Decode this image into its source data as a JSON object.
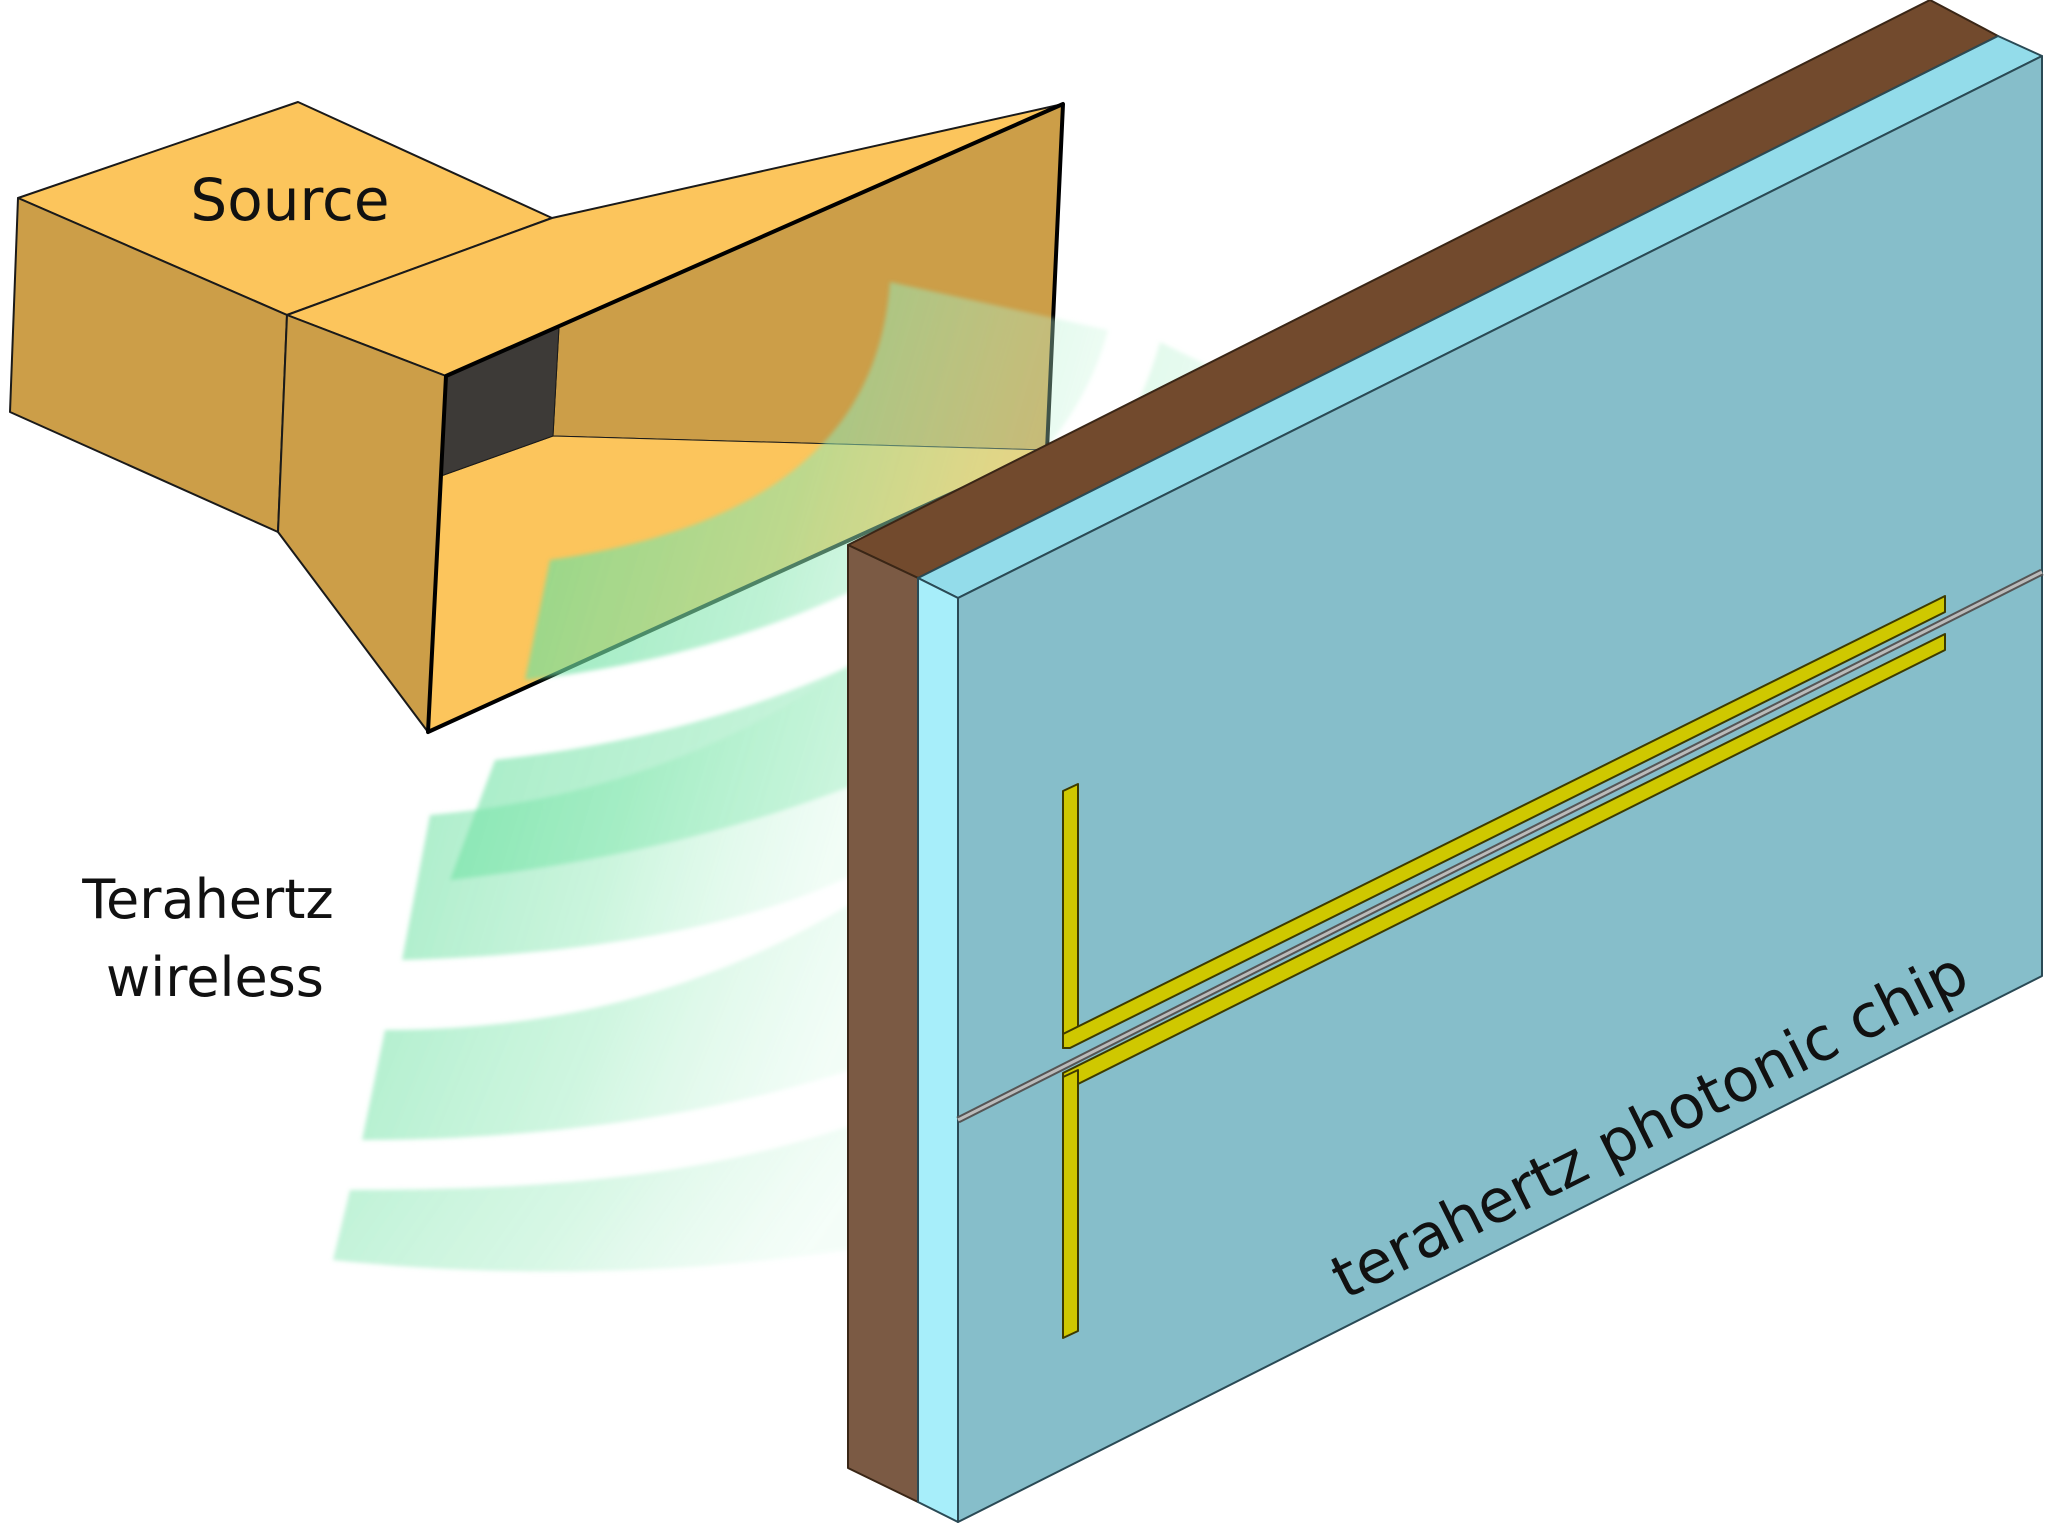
{
  "labels": {
    "source": "Source",
    "wireless_line1": "Terahertz",
    "wireless_line2": "wireless",
    "chip": "terahertz photonic chip"
  },
  "colors": {
    "horn_top": "#FCC55C",
    "horn_side": "#CC9E48",
    "horn_inner_light": "#FCC55C",
    "aperture_dark": "#3D3A37",
    "wave_green": "#5CDD98",
    "chip_face": "#86BECA",
    "chip_glass": "#A7EEFA",
    "chip_glass_top": "#93DCEA",
    "chip_back_top": "#724A2D",
    "chip_back_side": "#7B5A44",
    "electrode": "#CFC800",
    "waveguide": "#BBBBBB"
  },
  "icons": {
    "source": "horn-antenna-icon",
    "chip": "photonic-chip-icon"
  }
}
